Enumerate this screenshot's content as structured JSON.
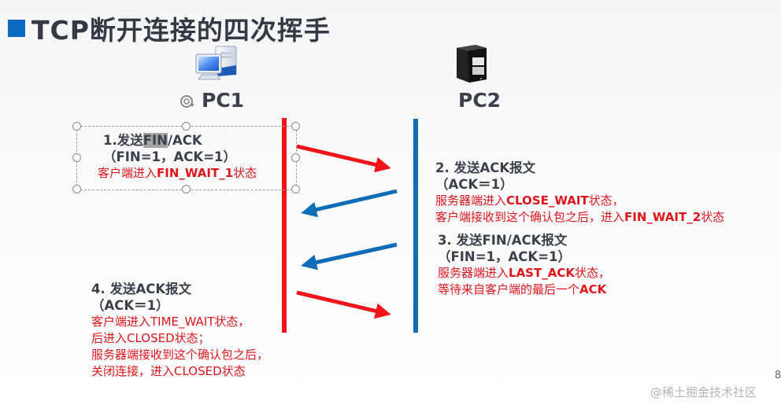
{
  "title": {
    "text": "TCP断开连接的四次挥手",
    "bullet_color": "#0a6ac4"
  },
  "endpoints": {
    "pc1": {
      "label": "PC1",
      "icon": "desktop-computer-icon",
      "line_color": "#f0151b"
    },
    "pc2": {
      "label": "PC2",
      "icon": "server-tower-icon",
      "line_color": "#0e6cb8"
    }
  },
  "steps": [
    {
      "head_prefix": "1.发送",
      "head_selected": "FIN",
      "head_suffix": "/ACK",
      "flags": "（FIN=1，ACK=1）",
      "lines": [
        {
          "pre": "客户端进入",
          "bold": "FIN_WAIT_1",
          "post": "状态"
        }
      ],
      "direction": "PC1→PC2",
      "arrow_color": "#f0151b"
    },
    {
      "head": "2. 发送ACK报文",
      "flags": "（ACK＝1）",
      "lines": [
        {
          "pre": "服务器端进入",
          "bold": "CLOSE_WAIT",
          "post": "状态，"
        },
        {
          "pre": "客户端接收到这个确认包之后，进入",
          "bold": "FIN_WAIT_2",
          "post": "状态"
        }
      ],
      "direction": "PC2→PC1",
      "arrow_color": "#0e6cb8"
    },
    {
      "head": "3. 发送FIN/ACK报文",
      "flags": "（FIN=1，ACK=1）",
      "lines": [
        {
          "pre": "服务器端进入",
          "bold": "LAST_ACK",
          "post": "状态，"
        },
        {
          "pre": "等待来自客户端的最后一个",
          "bold": "ACK",
          "post": ""
        }
      ],
      "direction": "PC2→PC1",
      "arrow_color": "#0e6cb8"
    },
    {
      "head": "4. 发送ACK报文",
      "flags": "（ACK＝1）",
      "lines": [
        {
          "pre": "客户端进入TIME_WAIT状态，",
          "bold": "",
          "post": ""
        },
        {
          "pre": "后进入CLOSED状态；",
          "bold": "",
          "post": ""
        },
        {
          "pre": "服务器端接收到这个确认包之后，",
          "bold": "",
          "post": ""
        },
        {
          "pre": "关闭连接，进入CLOSED状态",
          "bold": "",
          "post": ""
        }
      ],
      "direction": "PC1→PC2",
      "arrow_color": "#f0151b"
    }
  ],
  "watermark": "@稀土掘金技术社区",
  "page_number": "8"
}
